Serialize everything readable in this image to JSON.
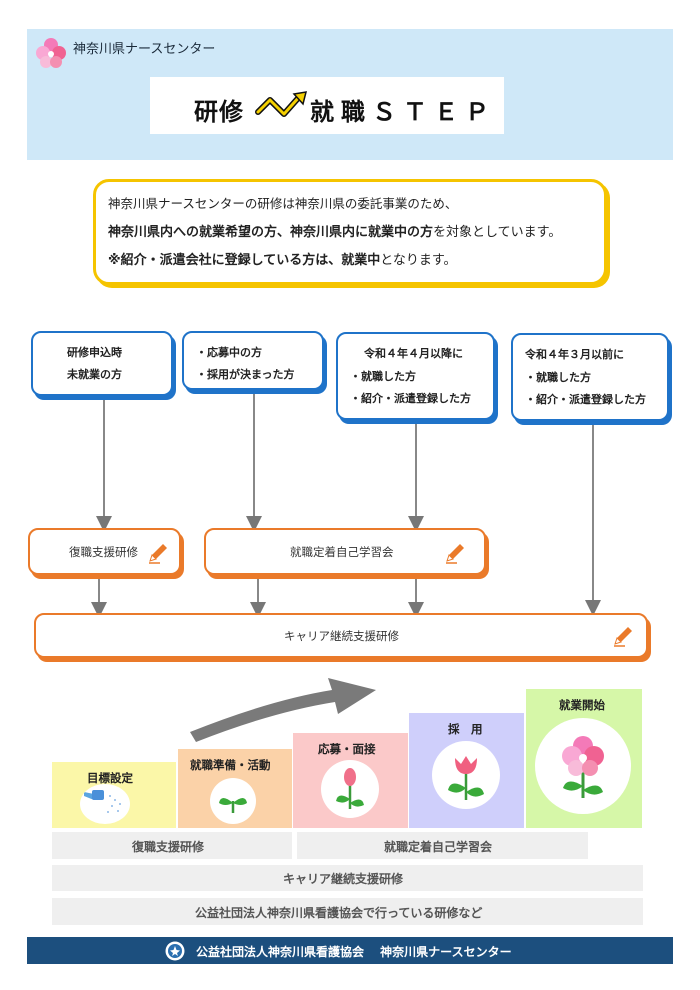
{
  "header": {
    "org_name": "神奈川県ナースセンター",
    "title_left": "研修",
    "title_right": "就職ＳＴＥＰ"
  },
  "notice": {
    "line1": "神奈川県ナースセンターの研修は神奈川県の委託事業のため、",
    "line2_bold": "神奈川県内への就業希望の方、神奈川県内に就業中の方",
    "line2_rest": "を対象としています。",
    "line3_bold1": "※紹介・派遣会社に登録している方は、就業中",
    "line3_rest": "となります。"
  },
  "categories": [
    {
      "lines": [
        "研修申込時",
        "未就業の方"
      ]
    },
    {
      "lines": [
        "・応募中の方",
        "・採用が決まった方"
      ]
    },
    {
      "lines": [
        "令和４年４月以降に",
        "・就職した方",
        "・紹介・派遣登録した方"
      ]
    },
    {
      "lines": [
        "令和４年３月以前に",
        "・就職した方",
        "・紹介・派遣登録した方"
      ]
    }
  ],
  "trainings": {
    "reinstatement": "復職支援研修",
    "self_study": "就職定着自己学習会",
    "career": "キャリア継続支援研修"
  },
  "steps": [
    {
      "label": "目標設定",
      "color": "#fbf7a8"
    },
    {
      "label": "就職準備・活動",
      "color": "#fbd2a8"
    },
    {
      "label": "応募・面接",
      "color": "#fbc9c9"
    },
    {
      "label": "採　用",
      "color": "#cfcffb"
    },
    {
      "label": "就業開始",
      "color": "#d6f7a8"
    }
  ],
  "bars": {
    "reinstatement": "復職支援研修",
    "self_study": "就職定着自己学習会",
    "career": "キャリア継続支援研修",
    "association": "公益社団法人神奈川県看護協会で行っている研修など"
  },
  "footer": {
    "text": "公益社団法人神奈川県看護協会　 神奈川県ナースセンター"
  },
  "colors": {
    "header_bg": "#cfe8f8",
    "notice_border": "#f5c400",
    "category_border": "#1f73c9",
    "training_border": "#ea7a2a",
    "footer_bg": "#1c4f7e"
  }
}
